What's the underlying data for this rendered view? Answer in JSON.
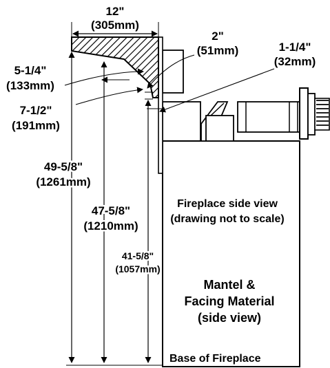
{
  "dimensions": {
    "width_in": "12\"",
    "width_mm": "(305mm)",
    "d2_in": "2\"",
    "d2_mm": "(51mm)",
    "d114_in": "1-1/4\"",
    "d114_mm": "(32mm)",
    "d514_in": "5-1/4\"",
    "d514_mm": "(133mm)",
    "d712_in": "7-1/2\"",
    "d712_mm": "(191mm)",
    "h4958_in": "49-5/8\"",
    "h4958_mm": "(1261mm)",
    "h4758_in": "47-5/8\"",
    "h4758_mm": "(1210mm)",
    "h4158_in": "41-5/8\"",
    "h4158_mm": "(1057mm)"
  },
  "captions": {
    "side_view_line1": "Fireplace side view",
    "side_view_line2": "(drawing not to scale)",
    "mantel_line1": "Mantel &",
    "mantel_line2": "Facing Material",
    "mantel_line3": "(side view)",
    "base": "Base of Fireplace"
  }
}
